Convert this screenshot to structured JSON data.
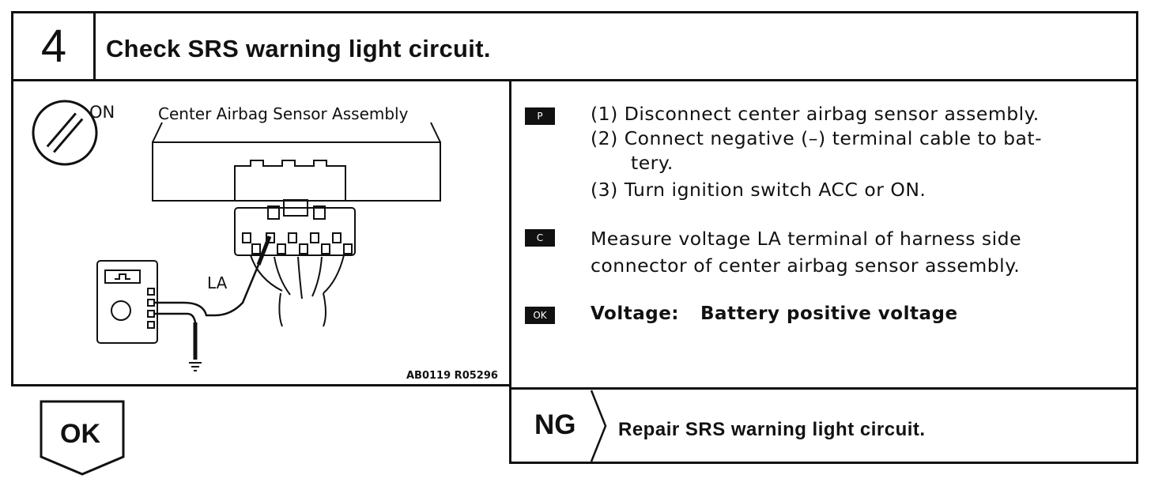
{
  "step": {
    "number": "4",
    "title": "Check SRS warning light circuit."
  },
  "figure": {
    "ignition_label": "ON",
    "sensor_label": "Center Airbag Sensor Assembly",
    "terminal_label": "LA",
    "figure_code": "AB0119 R05296"
  },
  "procedure": {
    "prep_badge": "P",
    "prep_steps": [
      "(1) Disconnect center airbag sensor assembly.",
      "(2) Connect negative (–) terminal cable to bat-",
      "tery.",
      "(3) Turn ignition switch ACC or ON."
    ],
    "check_badge": "C",
    "check_line1": "Measure voltage LA terminal of harness side",
    "check_line2": "connector of center airbag sensor assembly.",
    "ok_badge": "OK",
    "spec_label": "Voltage:",
    "spec_value": "Battery positive voltage"
  },
  "result": {
    "ng_label": "NG",
    "ng_action": "Repair SRS warning light circuit.",
    "ok_label": "OK"
  }
}
